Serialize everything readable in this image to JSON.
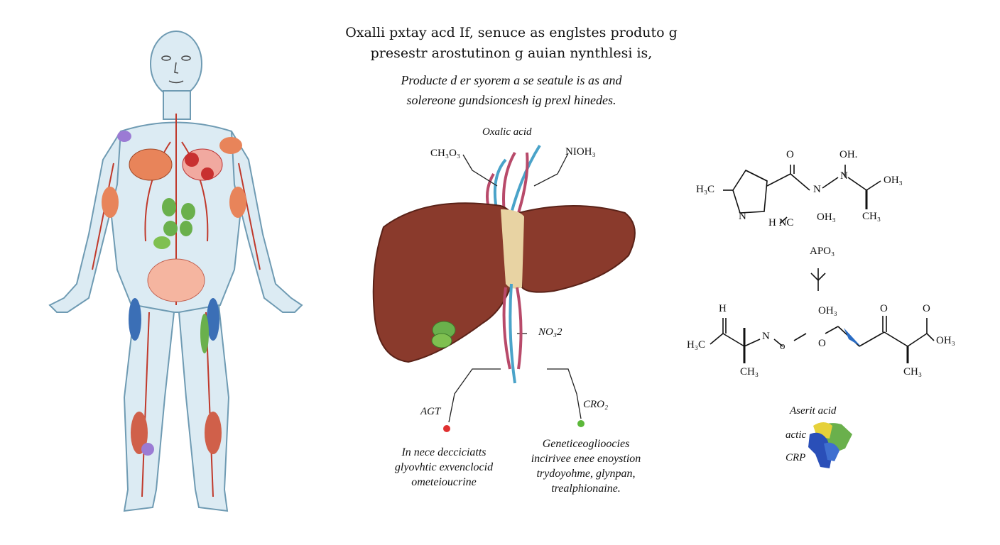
{
  "title": {
    "line1": "Oxalli pxtay acd If, senuce as englstes produto g",
    "line2": "presestr arostutinon g auian nynthlesi is,"
  },
  "subtitle": {
    "line1": "Producte d er syorem a se seatule is as and",
    "line2": "solereone gundsioncesh ig prexl hinedes."
  },
  "liver": {
    "top_label": "Oxalic acid",
    "left_formula": "CH₃O₃",
    "right_formula": "NIOH₃",
    "mid_formula": "NO₃2",
    "left_gene": "AGT",
    "right_gene": "CRO₂",
    "left_dot_color": "#e03030",
    "right_dot_color": "#5cb83a"
  },
  "captions": {
    "left": [
      "In nece decciciatts",
      "glyovhtic exvenclocid",
      "ometeioucrine"
    ],
    "right": [
      "Geneticeoglioocies",
      "incirivee enee enoystion",
      "trydoyohme, glynpan,",
      "trealphionaine."
    ]
  },
  "molecule_top": {
    "h3c": "H₃C",
    "o_top": "O",
    "n_mid": "N",
    "n_right": "N",
    "oh_top": "OH.",
    "oh3_right": "OH₃",
    "n_ring": "N",
    "hnc": "H NC",
    "oh3_bottom": "OH₃",
    "ch3": "CH₃"
  },
  "reaction_label": "APO₃",
  "molecule_bottom": {
    "h": "H",
    "h3c": "H₃C",
    "n": "N",
    "o_small": "o",
    "o_ring": "O",
    "oh3_top": "OH₃",
    "o_carbonyl": "O",
    "o_right": "O",
    "oh3_right": "OH₃",
    "ch3_left": "CH₃",
    "ch3_right": "CH₃"
  },
  "protein": {
    "label1": "Aserit acid",
    "label2": "actic",
    "label3": "CRP"
  }
}
